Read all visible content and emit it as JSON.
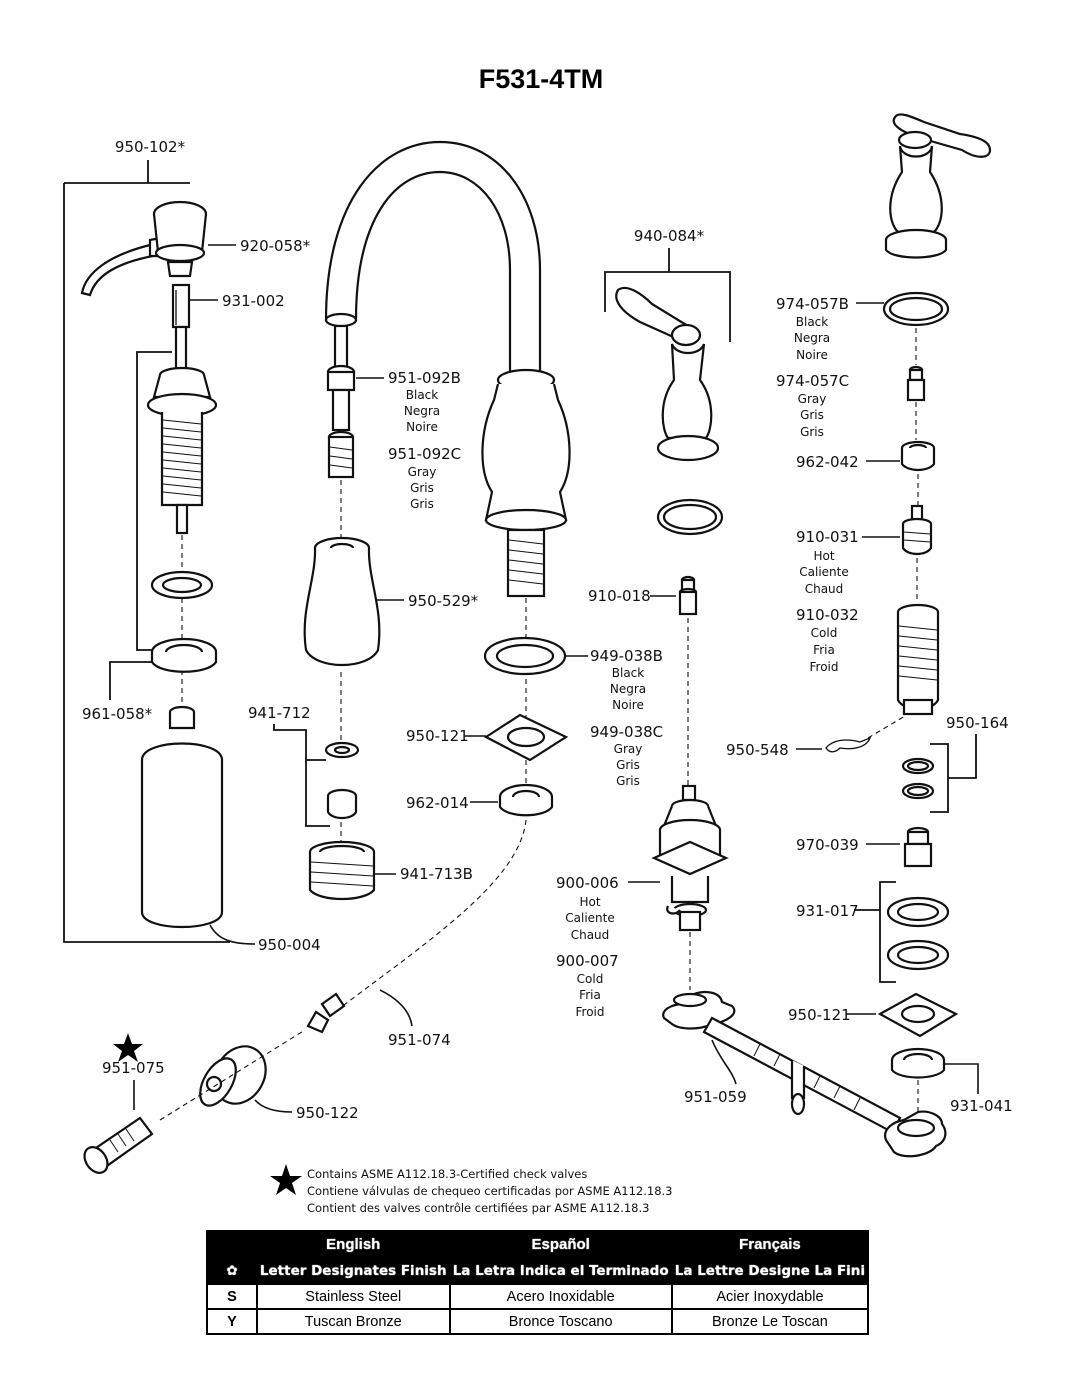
{
  "title": "F531-4TM",
  "labels": {
    "p950_102": "950-102*",
    "p920_058": "920-058*",
    "p931_002": "931-002",
    "p961_058": "961-058*",
    "p950_004": "950-004",
    "p951_092B": "951-092B",
    "p951_092B_sub": [
      "Black",
      "Negra",
      "Noire"
    ],
    "p951_092C": "951-092C",
    "p951_092C_sub": [
      "Gray",
      "Gris",
      "Gris"
    ],
    "p950_529": "950-529*",
    "p941_712": "941-712",
    "p941_713B": "941-713B",
    "p940_084": "940-084*",
    "p910_018": "910-018",
    "p949_038B": "949-038B",
    "p949_038B_sub": [
      "Black",
      "Negra",
      "Noire"
    ],
    "p949_038C": "949-038C",
    "p949_038C_sub": [
      "Gray",
      "Gris",
      "Gris"
    ],
    "p950_121a": "950-121",
    "p962_014": "962-014",
    "p900_006": "900-006",
    "p900_006_sub": [
      "Hot",
      "Caliente",
      "Chaud"
    ],
    "p900_007": "900-007",
    "p900_007_sub": [
      "Cold",
      "Fria",
      "Froid"
    ],
    "p951_074": "951-074",
    "p951_075": "951-075",
    "p950_122": "950-122",
    "p974_057B": "974-057B",
    "p974_057B_sub": [
      "Black",
      "Negra",
      "Noire"
    ],
    "p974_057C": "974-057C",
    "p974_057C_sub": [
      "Gray",
      "Gris",
      "Gris"
    ],
    "p962_042": "962-042",
    "p910_031": "910-031",
    "p910_031_sub": [
      "Hot",
      "Caliente",
      "Chaud"
    ],
    "p910_032": "910-032",
    "p910_032_sub": [
      "Cold",
      "Fria",
      "Froid"
    ],
    "p950_548": "950-548",
    "p950_164": "950-164",
    "p970_039": "970-039",
    "p931_017": "931-017",
    "p950_121b": "950-121",
    "p951_059": "951-059",
    "p931_041": "931-041"
  },
  "note": {
    "icon": "star-icon",
    "lines": [
      "Contains ASME A112.18.3-Certified check valves",
      "Contiene válvulas de chequeo certificadas por ASME A112.18.3",
      "Contient des valves contrôle certifiées par ASME A112.18.3"
    ]
  },
  "finish_table": {
    "headers": [
      "English",
      "Español",
      "Français"
    ],
    "key_symbol": "✿",
    "subheaders": [
      "Letter Designates Finish",
      "La Letra Indica el Terminado",
      "La Lettre Designe La Fini"
    ],
    "rows": [
      {
        "code": "S",
        "en": "Stainless Steel",
        "es": "Acero Inoxidable",
        "fr": "Acier Inoxydable"
      },
      {
        "code": "Y",
        "en": "Tuscan Bronze",
        "es": "Bronce Toscano",
        "fr": "Bronze Le Toscan"
      }
    ]
  }
}
